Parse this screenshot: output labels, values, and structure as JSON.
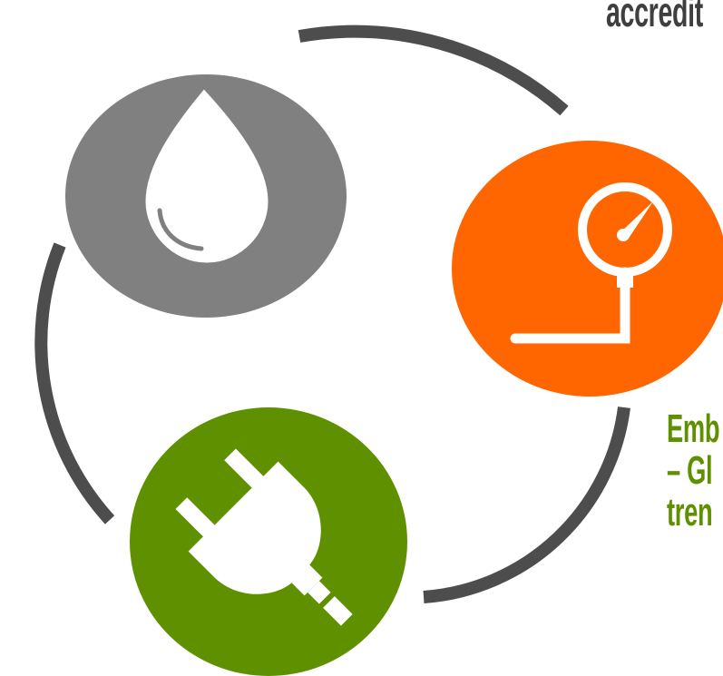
{
  "colors": {
    "ring": "#4d4d4d",
    "water": "#808080",
    "pressure": "#ff6600",
    "power": "#5f9000",
    "icon": "#ffffff",
    "text_top": "#3f3f3f",
    "text_bottom": "#5f9000"
  },
  "nodes": [
    {
      "id": "water",
      "icon": "water-drop-icon"
    },
    {
      "id": "pressure",
      "icon": "pressure-gauge-icon"
    },
    {
      "id": "power",
      "icon": "electric-plug-icon"
    }
  ],
  "labels": {
    "top": "accredit",
    "bottom_lines": [
      "Emb",
      "– Gl",
      "tren"
    ]
  }
}
